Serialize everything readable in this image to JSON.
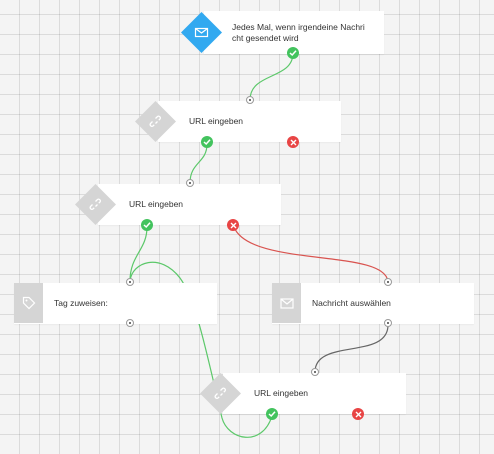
{
  "colors": {
    "trigger": "#32a9f0",
    "action": "#d5d5d5",
    "success": "#43c35e",
    "failure": "#e84545",
    "wire_success": "#5cc86a",
    "wire_failure": "#d9534f",
    "wire_neutral": "#666666"
  },
  "nodes": [
    {
      "id": "trigger",
      "icon": "envelope-icon",
      "label": "Jedes Mal, wenn irgendeine Nachri\ncht gesendet wird"
    },
    {
      "id": "url1",
      "icon": "link-icon",
      "label": "URL eingeben"
    },
    {
      "id": "url2",
      "icon": "link-icon",
      "label": "URL eingeben"
    },
    {
      "id": "tag",
      "icon": "tag-icon",
      "label": "Tag zuweisen:"
    },
    {
      "id": "message",
      "icon": "envelope-icon",
      "label": "Nachricht auswählen"
    },
    {
      "id": "url3",
      "icon": "link-icon",
      "label": "URL eingeben"
    }
  ]
}
